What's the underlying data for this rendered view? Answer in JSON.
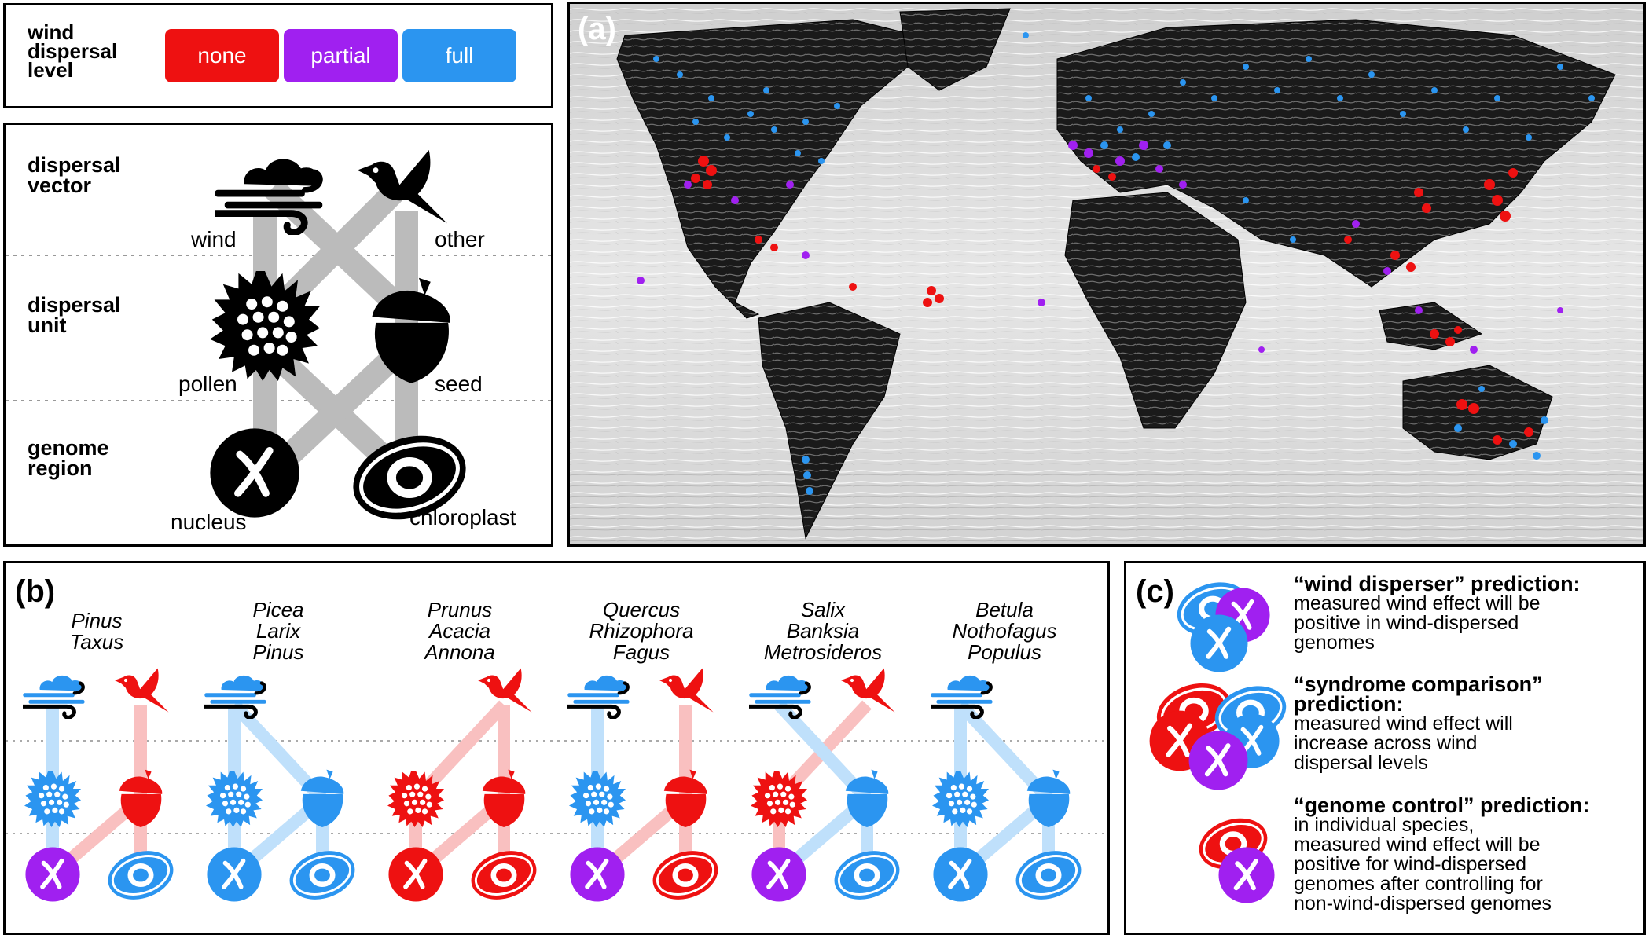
{
  "legend": {
    "title": "wind\ndispersal\nlevel",
    "levels": [
      {
        "label": "none",
        "color": "#ee1111"
      },
      {
        "label": "partial",
        "color": "#a020f0"
      },
      {
        "label": "full",
        "color": "#2b95f0"
      }
    ]
  },
  "schema": {
    "rows": [
      {
        "label": "dispersal\nvector"
      },
      {
        "label": "dispersal\nunit"
      },
      {
        "label": "genome\nregion"
      }
    ],
    "icons": {
      "wind": "wind",
      "other": "other",
      "pollen": "pollen",
      "seed": "seed",
      "nucleus": "nucleus",
      "chloroplast": "chloroplast"
    }
  },
  "map": {
    "panel_label": "(a)"
  },
  "panel_b": {
    "panel_label": "(b)",
    "groups": [
      {
        "species": "Pinus\nTaxus",
        "pollen_vector": "wind",
        "seed_vector": "other",
        "colors": {
          "wind": "#2b95f0",
          "other": "#ee1111",
          "pollen": "#2b95f0",
          "seed": "#ee1111",
          "nucleus": "#a020f0",
          "chloroplast": "#2b95f0"
        }
      },
      {
        "species": "Picea\nLarix\nPinus",
        "pollen_vector": "wind",
        "seed_vector": "wind",
        "colors": {
          "wind": "#2b95f0",
          "other": "none",
          "pollen": "#2b95f0",
          "seed": "#2b95f0",
          "nucleus": "#2b95f0",
          "chloroplast": "#2b95f0"
        }
      },
      {
        "species": "Prunus\nAcacia\nAnnona",
        "pollen_vector": "other",
        "seed_vector": "other",
        "colors": {
          "wind": "none",
          "other": "#ee1111",
          "pollen": "#ee1111",
          "seed": "#ee1111",
          "nucleus": "#ee1111",
          "chloroplast": "#ee1111"
        }
      },
      {
        "species": "Quercus\nRhizophora\nFagus",
        "pollen_vector": "wind",
        "seed_vector": "other",
        "colors": {
          "wind": "#2b95f0",
          "other": "#ee1111",
          "pollen": "#2b95f0",
          "seed": "#ee1111",
          "nucleus": "#a020f0",
          "chloroplast": "#ee1111"
        }
      },
      {
        "species": "Salix\nBanksia\nMetrosideros",
        "pollen_vector": "other",
        "seed_vector": "wind",
        "colors": {
          "wind": "#2b95f0",
          "other": "#ee1111",
          "pollen": "#ee1111",
          "seed": "#2b95f0",
          "nucleus": "#a020f0",
          "chloroplast": "#2b95f0"
        }
      },
      {
        "species": "Betula\nNothofagus\nPopulus",
        "pollen_vector": "wind",
        "seed_vector": "wind",
        "colors": {
          "wind": "#2b95f0",
          "other": "none",
          "pollen": "#2b95f0",
          "seed": "#2b95f0",
          "nucleus": "#2b95f0",
          "chloroplast": "#2b95f0"
        }
      }
    ]
  },
  "panel_c": {
    "panel_label": "(c)",
    "predictions": [
      {
        "heading": "“wind disperser” prediction:",
        "body": "measured wind effect will be\npositive in wind-dispersed\ngenomes"
      },
      {
        "heading": "“syndrome comparison”\nprediction:",
        "body": "measured wind effect will\nincrease across wind\ndispersal levels"
      },
      {
        "heading": "“genome control” prediction:",
        "body": "in individual species,\nmeasured wind effect will be\npositive for wind-dispersed\ngenomes after controlling for\nnon-wind-dispersed genomes"
      }
    ]
  }
}
